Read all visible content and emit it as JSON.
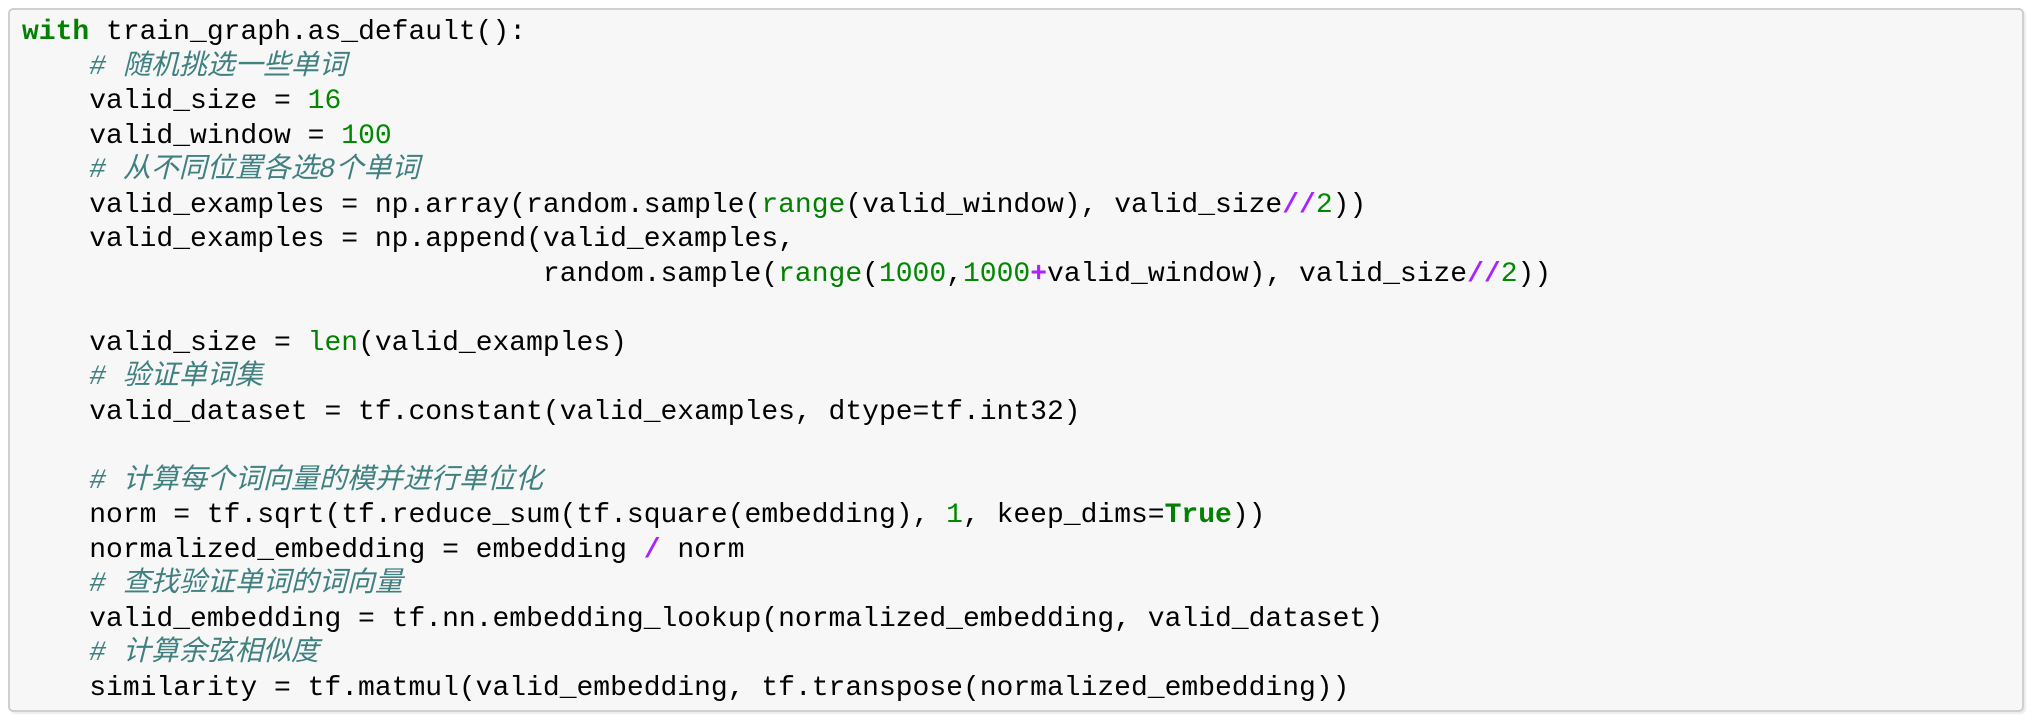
{
  "app": {
    "kind": "jupyter-notebook-code-cell",
    "language": "python"
  },
  "colors": {
    "cell_background": "#f7f7f7",
    "cell_border": "#cfcfcf",
    "page_background": "#ffffff",
    "text_default": "#000000",
    "keyword": "#008000",
    "builtin": "#008000",
    "number": "#008800",
    "operator": "#AA22FF",
    "comment": "#408080"
  },
  "code": {
    "token_legend": {
      "p": "plain",
      "k": "keyword",
      "b": "builtin",
      "n": "number",
      "o": "operator",
      "c": "comment"
    },
    "lines": [
      [
        [
          "k",
          "with"
        ],
        [
          "p",
          " train_graph.as_default():"
        ]
      ],
      [
        [
          "p",
          "    "
        ],
        [
          "c",
          "# 随机挑选一些单词"
        ]
      ],
      [
        [
          "p",
          "    valid_size = "
        ],
        [
          "n",
          "16"
        ]
      ],
      [
        [
          "p",
          "    valid_window = "
        ],
        [
          "n",
          "100"
        ]
      ],
      [
        [
          "p",
          "    "
        ],
        [
          "c",
          "# 从不同位置各选8个单词"
        ]
      ],
      [
        [
          "p",
          "    valid_examples = np.array(random.sample("
        ],
        [
          "b",
          "range"
        ],
        [
          "p",
          "(valid_window), valid_size"
        ],
        [
          "o",
          "//"
        ],
        [
          "n",
          "2"
        ],
        [
          "p",
          "))"
        ]
      ],
      [
        [
          "p",
          "    valid_examples = np.append(valid_examples,"
        ]
      ],
      [
        [
          "p",
          "                               random.sample("
        ],
        [
          "b",
          "range"
        ],
        [
          "p",
          "("
        ],
        [
          "n",
          "1000"
        ],
        [
          "p",
          ","
        ],
        [
          "n",
          "1000"
        ],
        [
          "o",
          "+"
        ],
        [
          "p",
          "valid_window), valid_size"
        ],
        [
          "o",
          "//"
        ],
        [
          "n",
          "2"
        ],
        [
          "p",
          "))"
        ]
      ],
      [
        [
          "p",
          ""
        ]
      ],
      [
        [
          "p",
          "    valid_size = "
        ],
        [
          "b",
          "len"
        ],
        [
          "p",
          "(valid_examples)"
        ]
      ],
      [
        [
          "p",
          "    "
        ],
        [
          "c",
          "# 验证单词集"
        ]
      ],
      [
        [
          "p",
          "    valid_dataset = tf.constant(valid_examples, dtype=tf.int32)"
        ]
      ],
      [
        [
          "p",
          ""
        ]
      ],
      [
        [
          "p",
          "    "
        ],
        [
          "c",
          "# 计算每个词向量的模并进行单位化"
        ]
      ],
      [
        [
          "p",
          "    norm = tf.sqrt(tf.reduce_sum(tf.square(embedding), "
        ],
        [
          "n",
          "1"
        ],
        [
          "p",
          ", keep_dims="
        ],
        [
          "k",
          "True"
        ],
        [
          "p",
          "))"
        ]
      ],
      [
        [
          "p",
          "    normalized_embedding = embedding "
        ],
        [
          "o",
          "/"
        ],
        [
          "p",
          " norm"
        ]
      ],
      [
        [
          "p",
          "    "
        ],
        [
          "c",
          "# 查找验证单词的词向量"
        ]
      ],
      [
        [
          "p",
          "    valid_embedding = tf.nn.embedding_lookup(normalized_embedding, valid_dataset)"
        ]
      ],
      [
        [
          "p",
          "    "
        ],
        [
          "c",
          "# 计算余弦相似度"
        ]
      ],
      [
        [
          "p",
          "    similarity = tf.matmul(valid_embedding, tf.transpose(normalized_embedding))"
        ]
      ]
    ]
  }
}
